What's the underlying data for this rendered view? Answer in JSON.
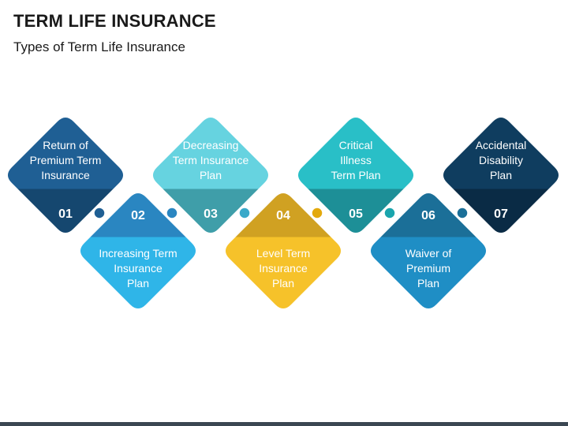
{
  "title": "TERM LIFE INSURANCE",
  "subtitle": "Types of Term Life Insurance",
  "steps": [
    {
      "number": "01",
      "lines": [
        "Return of",
        "Premium Term",
        "Insurance"
      ],
      "position": "top",
      "color": "#1f5f94",
      "color_dark": "#15476f",
      "dot_color": "#1f5f94"
    },
    {
      "number": "02",
      "lines": [
        "Increasing Term",
        "Insurance",
        "Plan"
      ],
      "position": "bottom",
      "color": "#2fb5e8",
      "color_dark": "#2a86c1",
      "dot_color": "#2a86c1"
    },
    {
      "number": "03",
      "lines": [
        "Decreasing",
        "Term Insurance",
        "Plan"
      ],
      "position": "top",
      "color": "#66d3e0",
      "color_dark": "#3f9ea9",
      "dot_color": "#3aa9c9"
    },
    {
      "number": "04",
      "lines": [
        "Level Term",
        "Insurance",
        "Plan"
      ],
      "position": "bottom",
      "color": "#f6c22a",
      "color_dark": "#d0a122",
      "dot_color": "#e3a90c"
    },
    {
      "number": "05",
      "lines": [
        "Critical",
        "Illness",
        "Term Plan"
      ],
      "position": "top",
      "color": "#29bfc7",
      "color_dark": "#1d8f97",
      "dot_color": "#1aa5ad"
    },
    {
      "number": "06",
      "lines": [
        "Waiver of",
        "Premium",
        "Plan"
      ],
      "position": "bottom",
      "color": "#1f8ec5",
      "color_dark": "#1b6f98",
      "dot_color": "#1b6f98"
    },
    {
      "number": "07",
      "lines": [
        "Accidental",
        "Disability",
        "Plan"
      ],
      "position": "top",
      "color": "#0f3d5f",
      "color_dark": "#0a2b45",
      "dot_color": "#0a2b45"
    }
  ]
}
